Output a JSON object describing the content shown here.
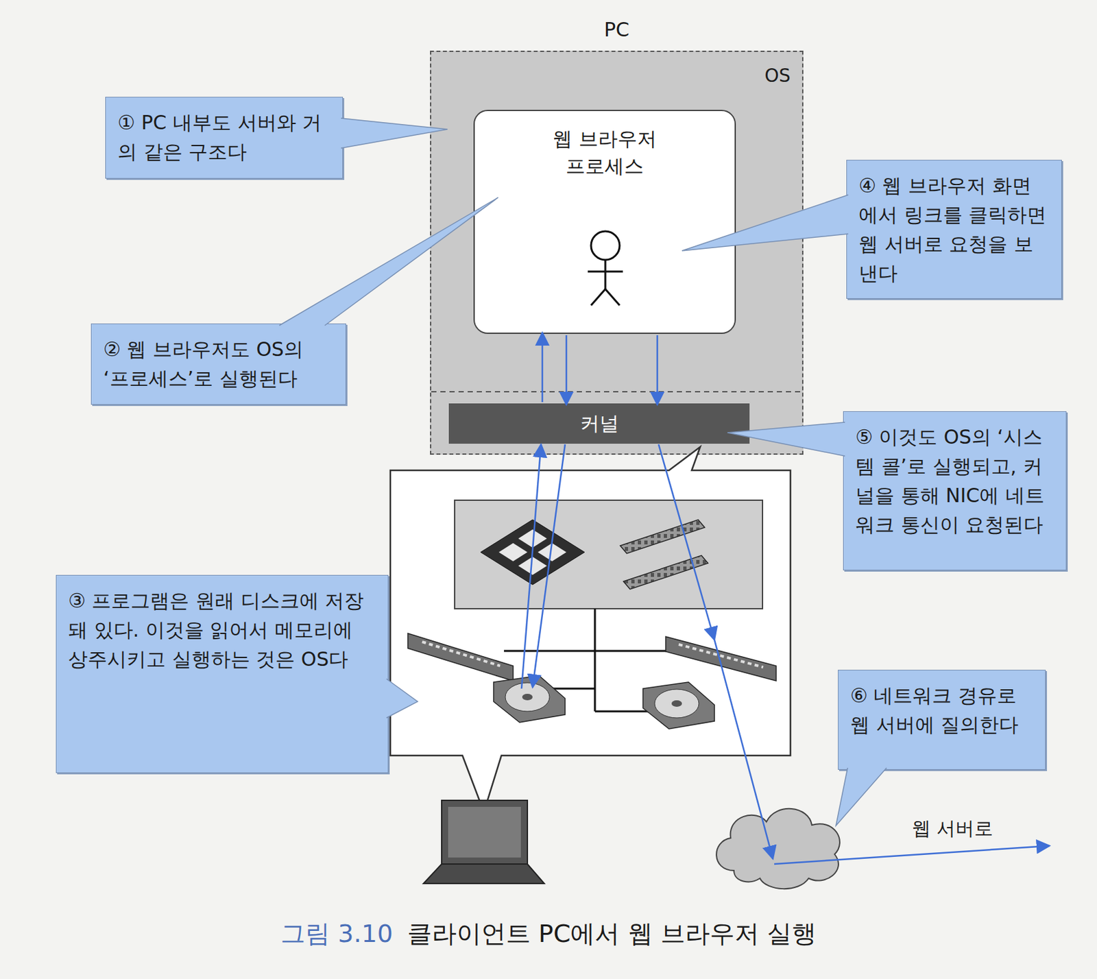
{
  "diagram": {
    "caption": "클라이언트 PC에서 웹 브라우저 실행",
    "nodes": [
      {
        "text": [
          "PC",
          "OS"
        ]
      },
      {
        "text": [
          "웹 브라우저 프로세스"
        ],
        "in": 0
      },
      {
        "text": [
          "커널"
        ],
        "in": 0
      },
      {
        "text": [
          "① PC 내부도 서버와 거의 같은 구조다"
        ]
      },
      {
        "text": [
          "② 웹 브라우저도 OS의 ‘프로세스’로 실행된다"
        ]
      },
      {
        "text": [
          "③ 프로그램은 원래 디스크에 저장돼 있다. 이것을 읽어서 메모리에 상주시키고 실행하는 것은 OS다"
        ]
      },
      {
        "text": [
          "④ 웹 브라우저 화면에서 링크를 클릭하면 웹 서버로 요청을 보낸다"
        ]
      },
      {
        "text": [
          "⑤ 이것도 OS의 ‘시스템 콜’로 실행되고, 커널을 통해 NIC에 네트워크 통신이 요청된다"
        ]
      },
      {
        "text": [
          "⑥ 네트워크 경유로 웹 서버에 질의한다"
        ]
      }
    ],
    "edges": [
      {
        "from": 2,
        "to": 1,
        "arrow": "to"
      },
      {
        "from": 1,
        "to": 2,
        "arrow": "to"
      },
      {
        "from": 1,
        "to": 2,
        "arrow": "to"
      }
    ],
    "labels": [
      "웹 서버로",
      "그림 3.10"
    ]
  }
}
